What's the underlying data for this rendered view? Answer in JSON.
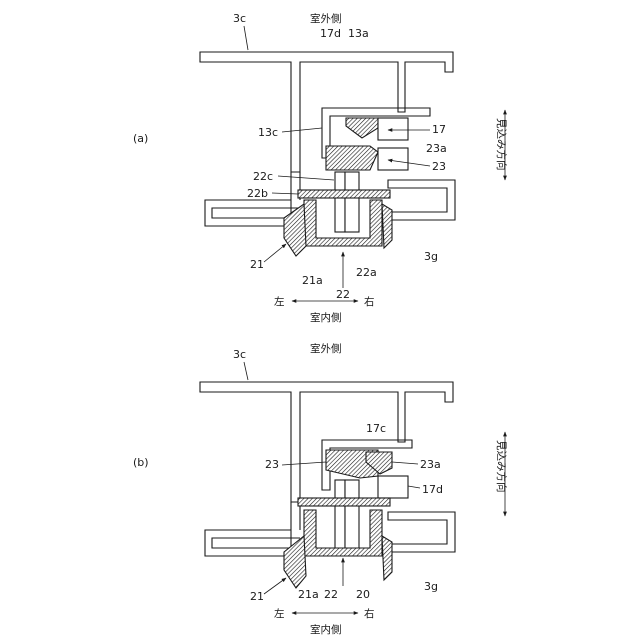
{
  "panels": [
    {
      "id": "a",
      "panel_label": "(a)",
      "outdoor_side": "室外側",
      "indoor_side": "室内側",
      "left": "左",
      "right": "右",
      "depth_direction": "見込み方向",
      "labels": {
        "frame": "3c",
        "frame_lower": "3g",
        "l13a": "13a",
        "l13c": "13c",
        "l17": "17",
        "l17d": "17d",
        "l23": "23",
        "l23a": "23a",
        "l22c": "22c",
        "l22b": "22b",
        "l21": "21",
        "l21a": "21a",
        "l22a": "22a",
        "l22": "22"
      }
    },
    {
      "id": "b",
      "panel_label": "(b)",
      "outdoor_side": "室外側",
      "indoor_side": "室内側",
      "left": "左",
      "right": "右",
      "depth_direction": "見込み方向",
      "labels": {
        "frame": "3c",
        "frame_lower": "3g",
        "l17c": "17c",
        "l23": "23",
        "l23a": "23a",
        "l17d": "17d",
        "l21": "21",
        "l21a": "21a",
        "l22": "22",
        "l20": "20"
      }
    }
  ]
}
